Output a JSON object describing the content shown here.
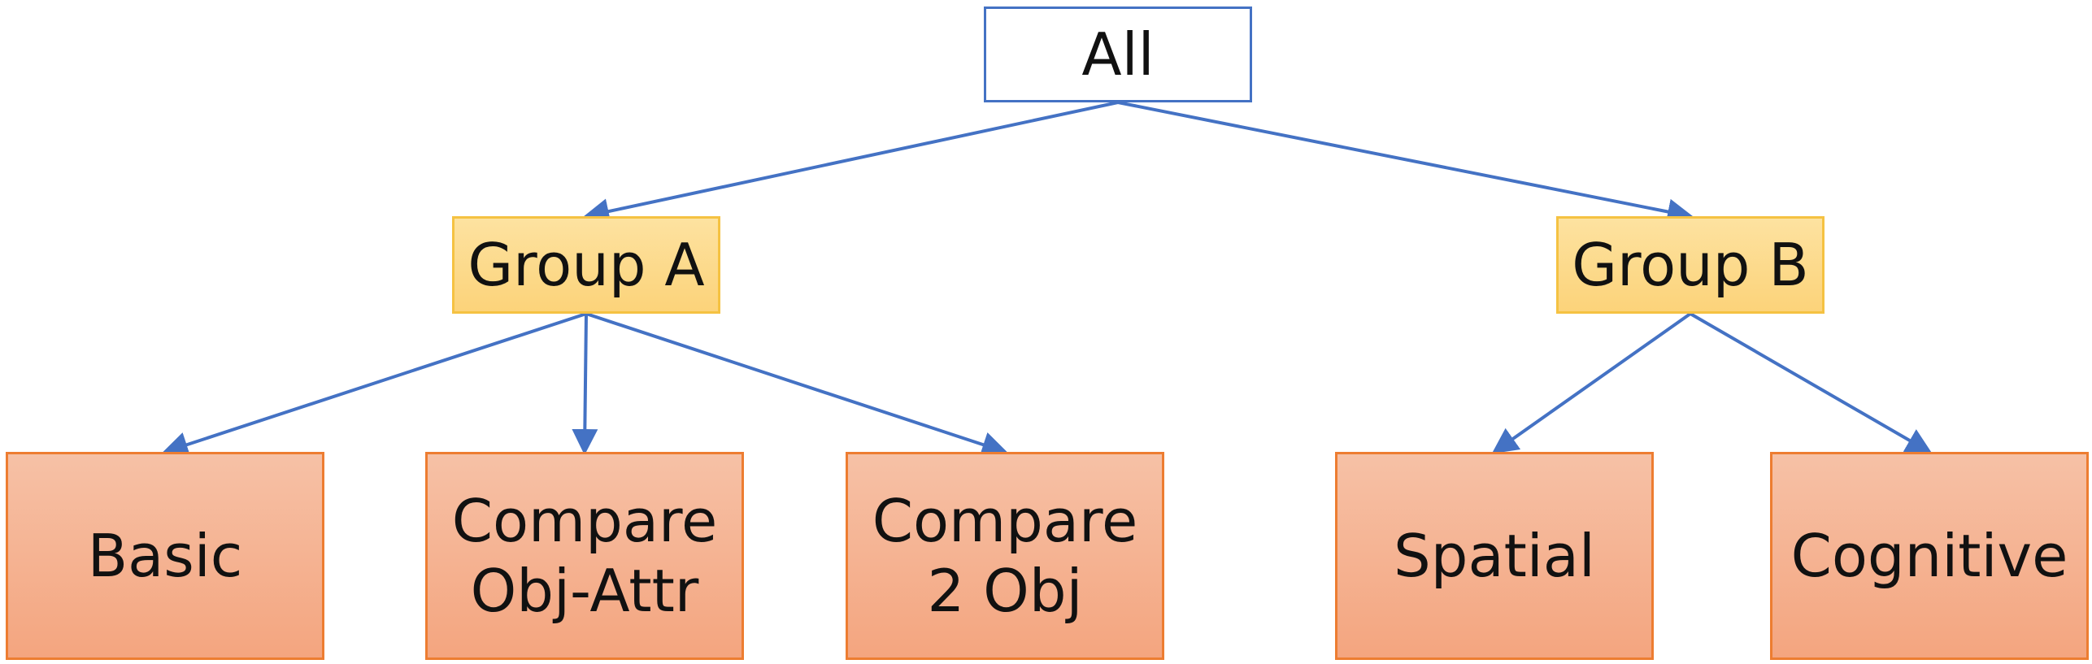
{
  "diagram": {
    "root": {
      "id": "all",
      "label": "All"
    },
    "groups": [
      {
        "id": "group-a",
        "label": "Group A"
      },
      {
        "id": "group-b",
        "label": "Group B"
      }
    ],
    "leaves": [
      {
        "id": "basic",
        "label": "Basic",
        "parent": "group-a"
      },
      {
        "id": "compare-obj-attr",
        "label": "Compare\nObj-Attr",
        "parent": "group-a"
      },
      {
        "id": "compare-2-obj",
        "label": "Compare\n2 Obj",
        "parent": "group-a"
      },
      {
        "id": "spatial",
        "label": "Spatial",
        "parent": "group-b"
      },
      {
        "id": "cognitive",
        "label": "Cognitive",
        "parent": "group-b"
      }
    ],
    "edges": [
      {
        "from": "all",
        "to": "group-a"
      },
      {
        "from": "all",
        "to": "group-b"
      },
      {
        "from": "group-a",
        "to": "basic"
      },
      {
        "from": "group-a",
        "to": "compare-obj-attr"
      },
      {
        "from": "group-a",
        "to": "compare-2-obj"
      },
      {
        "from": "group-b",
        "to": "spatial"
      },
      {
        "from": "group-b",
        "to": "cognitive"
      }
    ],
    "colors": {
      "edge": "#4472c4",
      "root_border": "#4472c4",
      "group_fill": "#fcd98c",
      "group_border": "#f5c242",
      "leaf_fill": "#f5b090",
      "leaf_border": "#ed7d31"
    }
  }
}
